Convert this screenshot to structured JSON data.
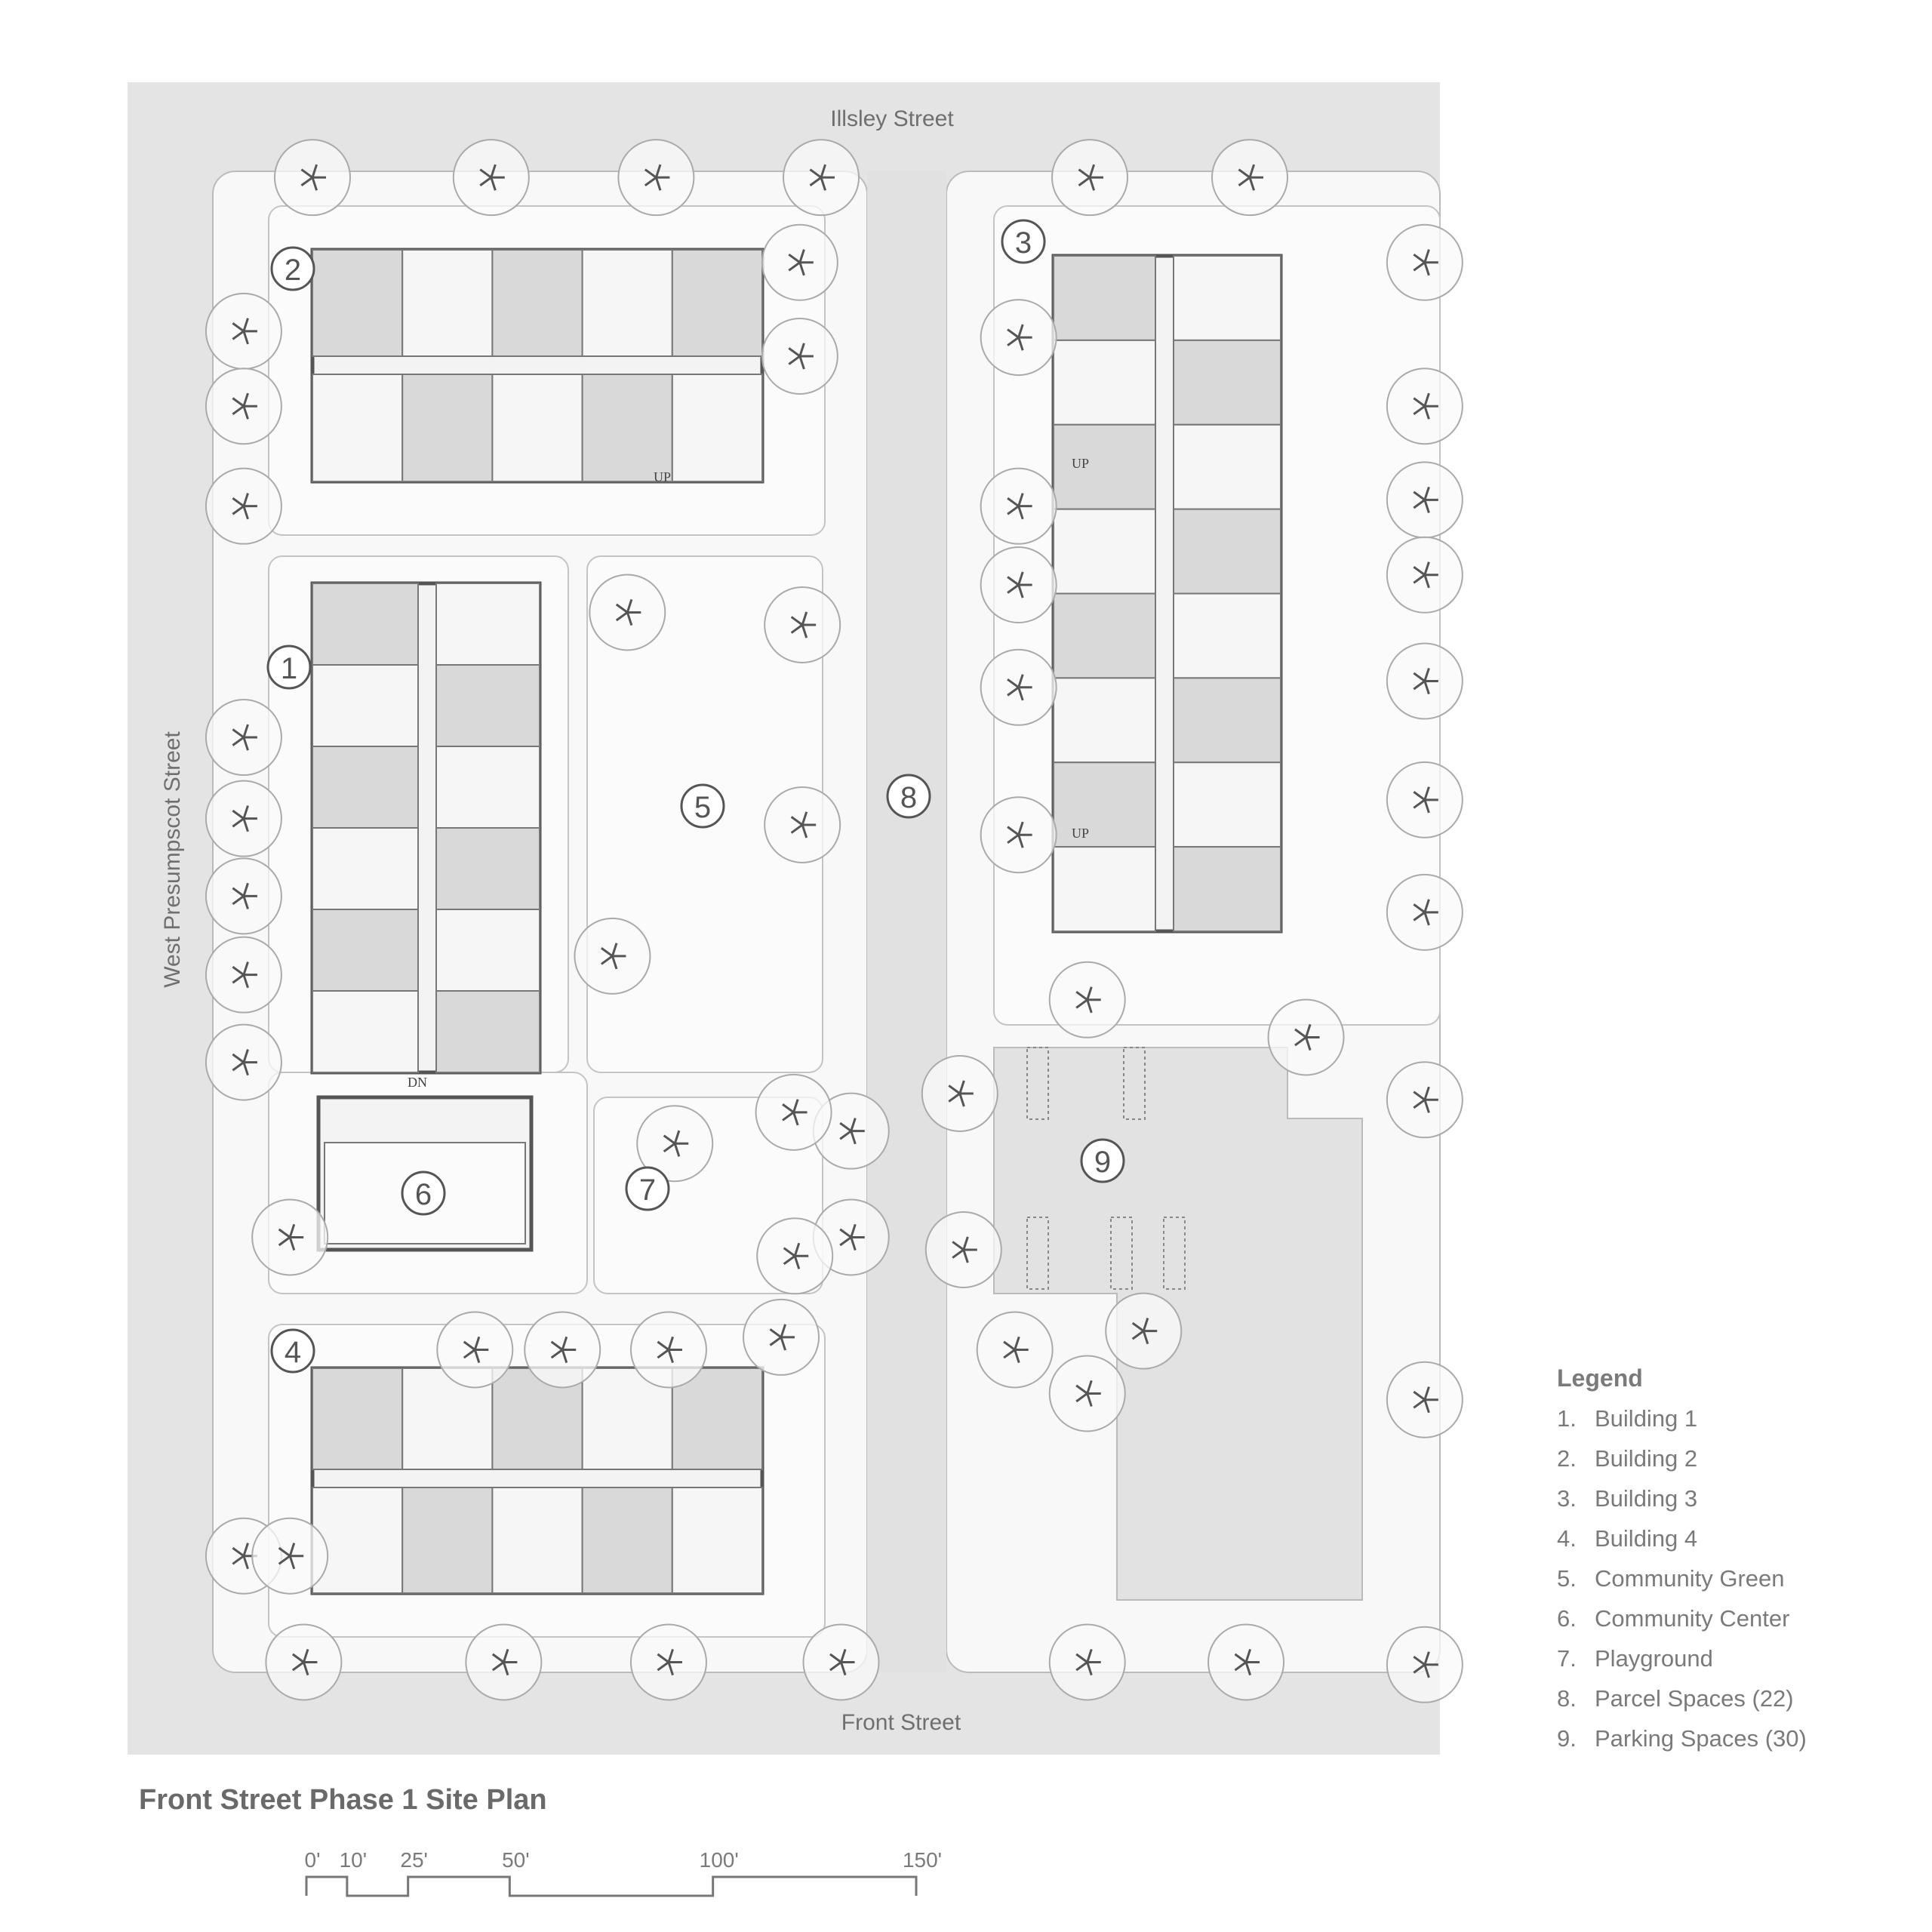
{
  "streets": {
    "north": "Illsley Street",
    "south": "Front Street",
    "west": "West Presumpscot Street"
  },
  "markers": [
    "1",
    "2",
    "3",
    "4",
    "5",
    "6",
    "7",
    "8",
    "9"
  ],
  "title": "Front Street Phase 1 Site Plan",
  "scale_bar": {
    "labels": [
      "0'",
      "10'",
      "25'",
      "50'",
      "100'",
      "150'"
    ],
    "values_ft": [
      0,
      10,
      25,
      50,
      100,
      150
    ]
  },
  "legend": {
    "heading": "Legend",
    "items": [
      {
        "num": "1.",
        "label": "Building 1"
      },
      {
        "num": "2.",
        "label": "Building 2"
      },
      {
        "num": "3.",
        "label": "Building 3"
      },
      {
        "num": "4.",
        "label": "Building 4"
      },
      {
        "num": "5.",
        "label": "Community Green"
      },
      {
        "num": "6.",
        "label": "Community Center"
      },
      {
        "num": "7.",
        "label": "Playground"
      },
      {
        "num": "8.",
        "label": "Parcel Spaces (22)"
      },
      {
        "num": "9.",
        "label": "Parking Spaces (30)"
      }
    ]
  },
  "floor_labels": {
    "up": "UP",
    "dn": "DN"
  },
  "colors": {
    "ground": "#e4e4e4",
    "site": "#f8f8f8",
    "unit": "#d9d9d9",
    "wall": "#555555",
    "text": "#6f6f6f"
  }
}
